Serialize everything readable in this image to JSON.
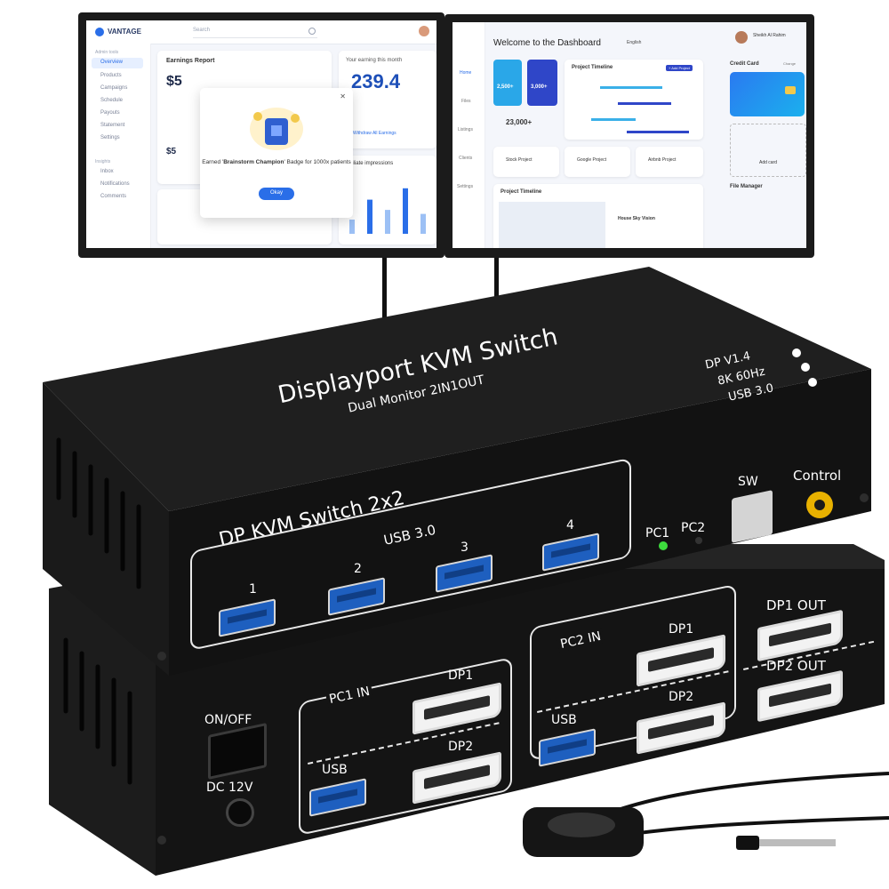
{
  "left_screen": {
    "brand": "VANTAGE",
    "search_placeholder": "Search",
    "nav_section": "Admin tools",
    "nav_items": [
      "Overview",
      "Products",
      "Campaigns",
      "Schedule",
      "Payouts",
      "Statement",
      "Settings"
    ],
    "insights_section": "Insights",
    "insight_items": [
      "Inbox",
      "Notifications",
      "Comments"
    ],
    "earnings_title": "Earnings Report",
    "earnings_value": "$5",
    "earnings_value2": "$5",
    "earning_month_title": "Your earning this month",
    "earning_month_value": "239.4",
    "withdraw_label": "Withdraw All Earnings",
    "modal_text_prefix": "Earned '",
    "modal_badge": "Brainstorm Champion",
    "modal_text_suffix": "' Badge for 1000x patients",
    "modal_button": "Okay",
    "affiliate_title": "Affiliate impressions",
    "chart_data": {
      "type": "bar",
      "title": "Affiliate impressions",
      "values": [
        25,
        60,
        42,
        80,
        35
      ]
    }
  },
  "right_screen": {
    "welcome": "Welcome to the Dashboard",
    "language": "English",
    "user_name": "Sheikh Al Rahim",
    "card_section": "Credit Card",
    "card_change": "Change",
    "stat1_value": "2,500+",
    "stat2_value": "3,000+",
    "stat3_value": "23,000+",
    "project_timeline": "Project Timeline",
    "add_project": "+ Add Project",
    "projects": [
      "Stock Project",
      "Google Project",
      "Airbnb Project"
    ],
    "project_timeline2": "Project Timeline",
    "house_label": "House Sky Vision",
    "add_card": "Add card",
    "file_manager": "File Manager",
    "side_nav": [
      "Home",
      "Files",
      "Listings",
      "Clients",
      "Settings"
    ]
  },
  "kvm": {
    "top_title": "Displayport KVM Switch",
    "top_subtitle": "Dual Monitor 2IN1OUT",
    "specs": [
      "DP V1.4",
      "8K 60Hz",
      "USB 3.0"
    ],
    "front_title": "DP KVM Switch 2x2",
    "usb_group_label": "USB 3.0",
    "usb_numbers": [
      "1",
      "2",
      "3",
      "4"
    ],
    "pc1_label": "PC1",
    "pc2_label": "PC2",
    "sw_label": "SW",
    "control_label": "Control",
    "power_label": "ON/OFF",
    "dc_label": "DC 12V",
    "pc1_in_label": "PC1 IN",
    "pc2_in_label": "PC2 IN",
    "dp1_label": "DP1",
    "dp2_label": "DP2",
    "usb_label": "USB",
    "dp1_out_label": "DP1 OUT",
    "dp2_out_label": "DP2 OUT",
    "colors": {
      "body": "#161616",
      "led": "#3ddc3d",
      "usb_blue": "#1e5fbf",
      "control_jack": "#e8b100"
    }
  }
}
